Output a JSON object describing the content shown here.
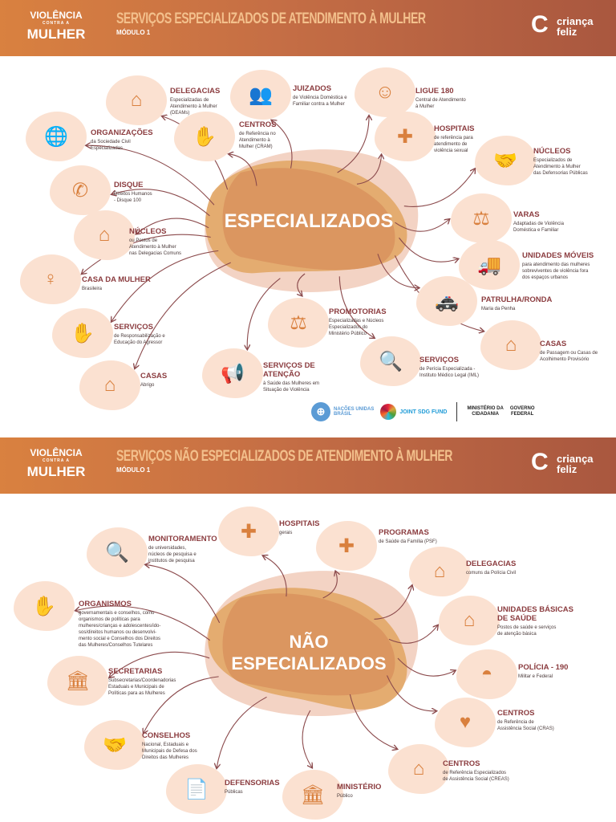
{
  "colors": {
    "header_start": "#d98140",
    "header_end": "#a9573f",
    "title": "#f3c08c",
    "blob": "#fbe1d1",
    "icon": "#d9803e",
    "label": "#8b3c3f",
    "arrow": "#8b4a4c"
  },
  "brand": {
    "line1": "VIOLÊNCIA",
    "line2": "CONTRA A",
    "line3": "MULHER"
  },
  "partner": {
    "line1": "criança",
    "line2": "feliz"
  },
  "panel1": {
    "title": "SERVIÇOS ESPECIALIZADOS DE ATENDIMENTO À MULHER",
    "module": "MÓDULO 1",
    "center": "ESPECIALIZADOS",
    "items": [
      {
        "title": "DELEGACIAS",
        "desc": "Especializadas de\nAtendimento à Mulher\n(DEAMs)",
        "icon": "police-station-icon"
      },
      {
        "title": "JUIZADOS",
        "desc": "de Violência Doméstica e\nFamiliar contra a Mulher",
        "icon": "people-icon"
      },
      {
        "title": "LIGUE 180",
        "desc": "Central de Atendimento\nà Mulher",
        "icon": "operator-icon"
      },
      {
        "title": "ORGANIZAÇÕES",
        "desc": "da Sociedade Civil\nEspecializadas",
        "icon": "globe-hand-icon"
      },
      {
        "title": "CENTROS",
        "desc": "de Referência no\nAtendimento à\nMulher (CRAM)",
        "icon": "woman-stop-icon"
      },
      {
        "title": "HOSPITAIS",
        "desc": "de referência para\natendimento de\nviolência sexual",
        "icon": "cross-icon"
      },
      {
        "title": "NÚCLEOS",
        "desc": "Especializados de\nAtendimento à Mulher\ndas Defensorias Públicas",
        "icon": "handshake-icon"
      },
      {
        "title": "DISQUE",
        "desc": "Direitos Humanos\n- Disque 100",
        "icon": "phone-icon"
      },
      {
        "title": "VARAS",
        "desc": "Adaptadas de Violência\nDoméstica e Familiar",
        "icon": "scales-family-icon"
      },
      {
        "title": "NÚCLEOS",
        "desc": "ou Postos de\nAtendimento à Mulher\nnas Delegacias Comuns",
        "icon": "house-network-icon"
      },
      {
        "title": "UNIDADES MÓVEIS",
        "desc": "para atendimento das mulheres\nsobreviventes de violência fora\ndos espaços urbanos",
        "icon": "truck-icon"
      },
      {
        "title": "CASA DA MULHER",
        "desc": "Brasileira",
        "icon": "woman-icon"
      },
      {
        "title": "PATRULHA/RONDA",
        "desc": "Maria da Penha",
        "icon": "police-car-icon"
      },
      {
        "title": "PROMOTORIAS",
        "desc": "Especializadas e Núcleos\nEspecializados do\nMinistério Público",
        "icon": "scales-icon"
      },
      {
        "title": "SERVIÇOS",
        "desc": "de Responsabilização e\nEducação do Agressor",
        "icon": "hand-icon"
      },
      {
        "title": "CASAS",
        "desc": "de Passagem ou Casas de\nAcolhimento Provisório",
        "icon": "house-hand-icon"
      },
      {
        "title": "SERVIÇOS",
        "desc": "de Perícia Especializada -\nInstituto Médico Legal (IML)",
        "icon": "magnifier-check-icon"
      },
      {
        "title": "SERVIÇOS DE\nATENÇÃO",
        "desc": "à Saúde das Mulheres em\nSituação de Violência",
        "icon": "megaphone-icon"
      },
      {
        "title": "CASAS",
        "desc": "Abrigo",
        "icon": "shelter-icon"
      }
    ],
    "logos": {
      "un": "NAÇÕES UNIDAS\nBRASIL",
      "sdg": "JOINT SDG FUND",
      "min1": "MINISTÉRIO DA",
      "min2": "CIDADANIA",
      "gov1": "GOVERNO",
      "gov2": "FEDERAL"
    }
  },
  "panel2": {
    "title": "SERVIÇOS NÃO ESPECIALIZADOS DE ATENDIMENTO À MULHER",
    "module": "MÓDULO 1",
    "center": "NÃO\nESPECIALIZADOS",
    "items": [
      {
        "title": "HOSPITAIS",
        "desc": "gerais",
        "icon": "cross-icon"
      },
      {
        "title": "MONITORAMENTO",
        "desc": "de universidades,\nnúcleos de pesquisa e\ninstitutos de pesquisa",
        "icon": "magnifier-chart-icon"
      },
      {
        "title": "PROGRAMAS",
        "desc": "de Saúde da Família (PSF)",
        "icon": "medkit-hand-icon"
      },
      {
        "title": "DELEGACIAS",
        "desc": "comuns da Polícia Civil",
        "icon": "police-station-icon"
      },
      {
        "title": "ORGANISMOS",
        "desc": "governamentais e conselhos, como\norganismos de políticas para\nmulheres/crianças e adolescentes/ido-\nsos/direitos humanos ou desenvolvi-\nmento social e Conselhos dos Direitos\ndas Mulheres/Conselhos Tutelares",
        "icon": "hands-circle-icon"
      },
      {
        "title": "UNIDADES BÁSICAS\nDE SAÚDE",
        "desc": "Postos de saúde e serviços\nde atenção básica",
        "icon": "health-house-icon"
      },
      {
        "title": "SECRETARIAS",
        "desc": "Subsecretarias/Coordenadorias\nEstaduais e Municipais de\nPolíticas para as Mulheres",
        "icon": "government-building-icon"
      },
      {
        "title": "POLÍCIA - 190",
        "desc": "Militar e Federal",
        "icon": "police-cap-icon"
      },
      {
        "title": "CENTROS",
        "desc": "de Referência de\nAssistência Social (CRAS)",
        "icon": "hands-family-icon"
      },
      {
        "title": "CONSELHOS",
        "desc": "Nacional, Estaduais e\nMunicipais de Defesa dos\nDireitos das Mulheres",
        "icon": "handshake-icon"
      },
      {
        "title": "CENTROS",
        "desc": "de Referência Especializados\nde Assistência Social (CREAS)",
        "icon": "house-family-icon"
      },
      {
        "title": "DEFENSORIAS",
        "desc": "Públicas",
        "icon": "document-gavel-icon"
      },
      {
        "title": "MINISTÉRIO",
        "desc": "Público",
        "icon": "courthouse-icon"
      }
    ]
  }
}
